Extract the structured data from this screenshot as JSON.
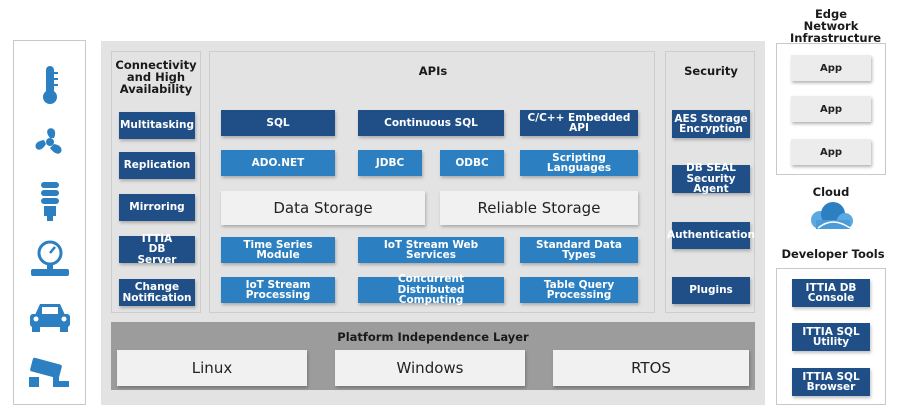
{
  "icons": {
    "color": "#2c7fc0",
    "items": [
      "thermometer-icon",
      "fan-icon",
      "light-bulb-icon",
      "pressure-gauge-icon",
      "car-icon",
      "security-camera-icon"
    ]
  },
  "connectivity": {
    "title": "Connectivity and High Availability",
    "items": [
      "Multitasking",
      "Replication",
      "Mirroring",
      "ITTIA DB Server",
      "Change Notification"
    ]
  },
  "apis": {
    "title": "APIs",
    "row1": [
      "SQL",
      "Continuous SQL",
      "C/C++ Embedded API"
    ],
    "row2": [
      "ADO.NET",
      "JDBC",
      "ODBC",
      "Scripting Languages"
    ],
    "storage": [
      "Data Storage",
      "Reliable Storage"
    ],
    "row4": [
      "Time Series Module",
      "IoT Stream Web Services",
      "Standard Data Types"
    ],
    "row5": [
      "IoT Stream Processing",
      "Concurrent Distributed Computing",
      "Table Query Processing"
    ]
  },
  "security": {
    "title": "Security",
    "items": [
      "AES Storage Encryption",
      "DB SEAL Security Agent",
      "Authentication",
      "Plugins"
    ]
  },
  "platform": {
    "title": "Platform Independence Layer",
    "items": [
      "Linux",
      "Windows",
      "RTOS"
    ]
  },
  "edge": {
    "title": "Edge Network Infrastructure",
    "apps": [
      "App",
      "App",
      "App"
    ]
  },
  "cloud": {
    "title": "Cloud"
  },
  "devtools": {
    "title": "Developer Tools",
    "items": [
      "ITTIA DB Console",
      "ITTIA SQL Utility",
      "ITTIA SQL Browser"
    ]
  },
  "colors": {
    "dark_blue": "#1f4f86",
    "light_blue": "#2c7fc0",
    "panel_grey": "#e3e3e3"
  }
}
